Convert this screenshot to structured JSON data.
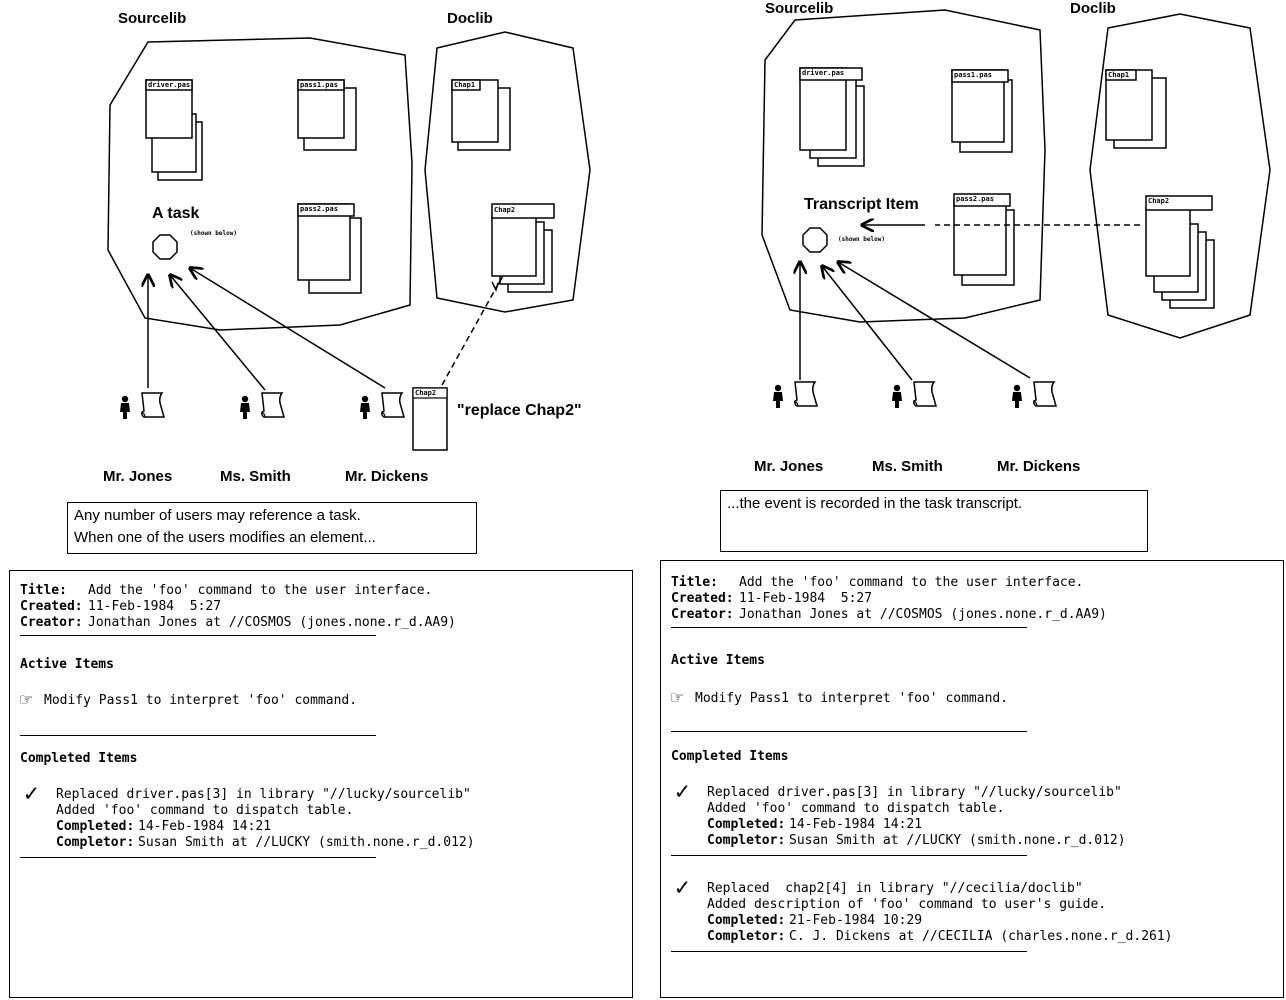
{
  "left": {
    "sourcelib_label": "Sourcelib",
    "doclib_label": "Doclib",
    "docs": {
      "driver": "driver.pas",
      "pass1": "pass1.pas",
      "pass2": "pass2.pas",
      "chap1": "Chap1",
      "chap2": "Chap2",
      "user_chap2": "Chap2"
    },
    "task_label": "A task",
    "task_sub": "(shown below)",
    "replace_text": "\"replace Chap2\"",
    "users": [
      "Mr. Jones",
      "Ms. Smith",
      "Mr. Dickens"
    ],
    "caption_lines": [
      "Any number of users may reference a task.",
      "When one of the users modifies an element..."
    ],
    "transcript": {
      "title_key": "Title:",
      "title_val": "Add the 'foo' command to the user interface.",
      "created_key": "Created:",
      "created_val": "11-Feb-1984  5:27",
      "creator_key": "Creator:",
      "creator_val": "Jonathan Jones at //COSMOS (jones.none.r_d.AA9)",
      "active_header": "Active Items",
      "active_item": "Modify Pass1 to interpret 'foo' command.",
      "completed_header": "Completed Items",
      "items": [
        {
          "line1": "Replaced driver.pas[3] in library \"//lucky/sourcelib\"",
          "line2": "Added 'foo' command to dispatch table.",
          "completed_key": "Completed:",
          "completed_val": "14-Feb-1984 14:21",
          "completor_key": "Completor:",
          "completor_val": "Susan Smith at //LUCKY (smith.none.r_d.012)"
        }
      ]
    }
  },
  "right": {
    "sourcelib_label": "Sourcelib",
    "doclib_label": "Doclib",
    "docs": {
      "driver": "driver.pas",
      "pass1": "pass1.pas",
      "pass2": "pass2.pas",
      "chap1": "Chap1",
      "chap2": "Chap2"
    },
    "transcript_item_label": "Transcript Item",
    "task_sub": "(shown below)",
    "users": [
      "Mr. Jones",
      "Ms. Smith",
      "Mr. Dickens"
    ],
    "caption_lines": [
      "...the event is recorded in the task transcript."
    ],
    "transcript": {
      "title_key": "Title:",
      "title_val": "Add the 'foo' command to the user interface.",
      "created_key": "Created:",
      "created_val": "11-Feb-1984  5:27",
      "creator_key": "Creator:",
      "creator_val": "Jonathan Jones at //COSMOS (jones.none.r_d.AA9)",
      "active_header": "Active Items",
      "active_item": "Modify Pass1 to interpret 'foo' command.",
      "completed_header": "Completed Items",
      "items": [
        {
          "line1": "Replaced driver.pas[3] in library \"//lucky/sourcelib\"",
          "line2": "Added 'foo' command to dispatch table.",
          "completed_key": "Completed:",
          "completed_val": "14-Feb-1984 14:21",
          "completor_key": "Completor:",
          "completor_val": "Susan Smith at //LUCKY (smith.none.r_d.012)"
        },
        {
          "line1": "Replaced  chap2[4] in library \"//cecilia/doclib\"",
          "line2": "Added description of 'foo' command to user's guide.",
          "completed_key": "Completed:",
          "completed_val": "21-Feb-1984 10:29",
          "completor_key": "Completor:",
          "completor_val": "C. J. Dickens at //CECILIA (charles.none.r_d.261)"
        }
      ]
    }
  }
}
